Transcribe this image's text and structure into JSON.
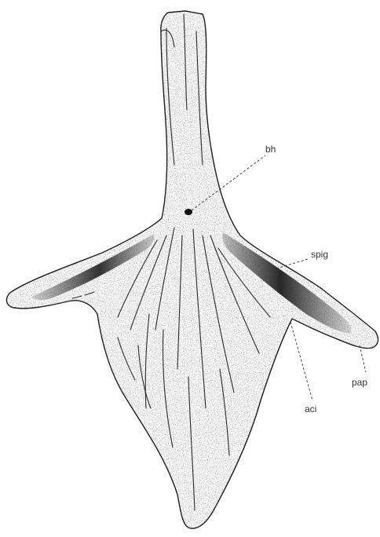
{
  "figure": {
    "labels": {
      "bh": "bh",
      "spig": "spig",
      "pap": "pap",
      "aci": "aci"
    },
    "colors": {
      "ink": "#1a1a1a",
      "shading": "#2b2b2b",
      "background": "#ffffff"
    }
  }
}
